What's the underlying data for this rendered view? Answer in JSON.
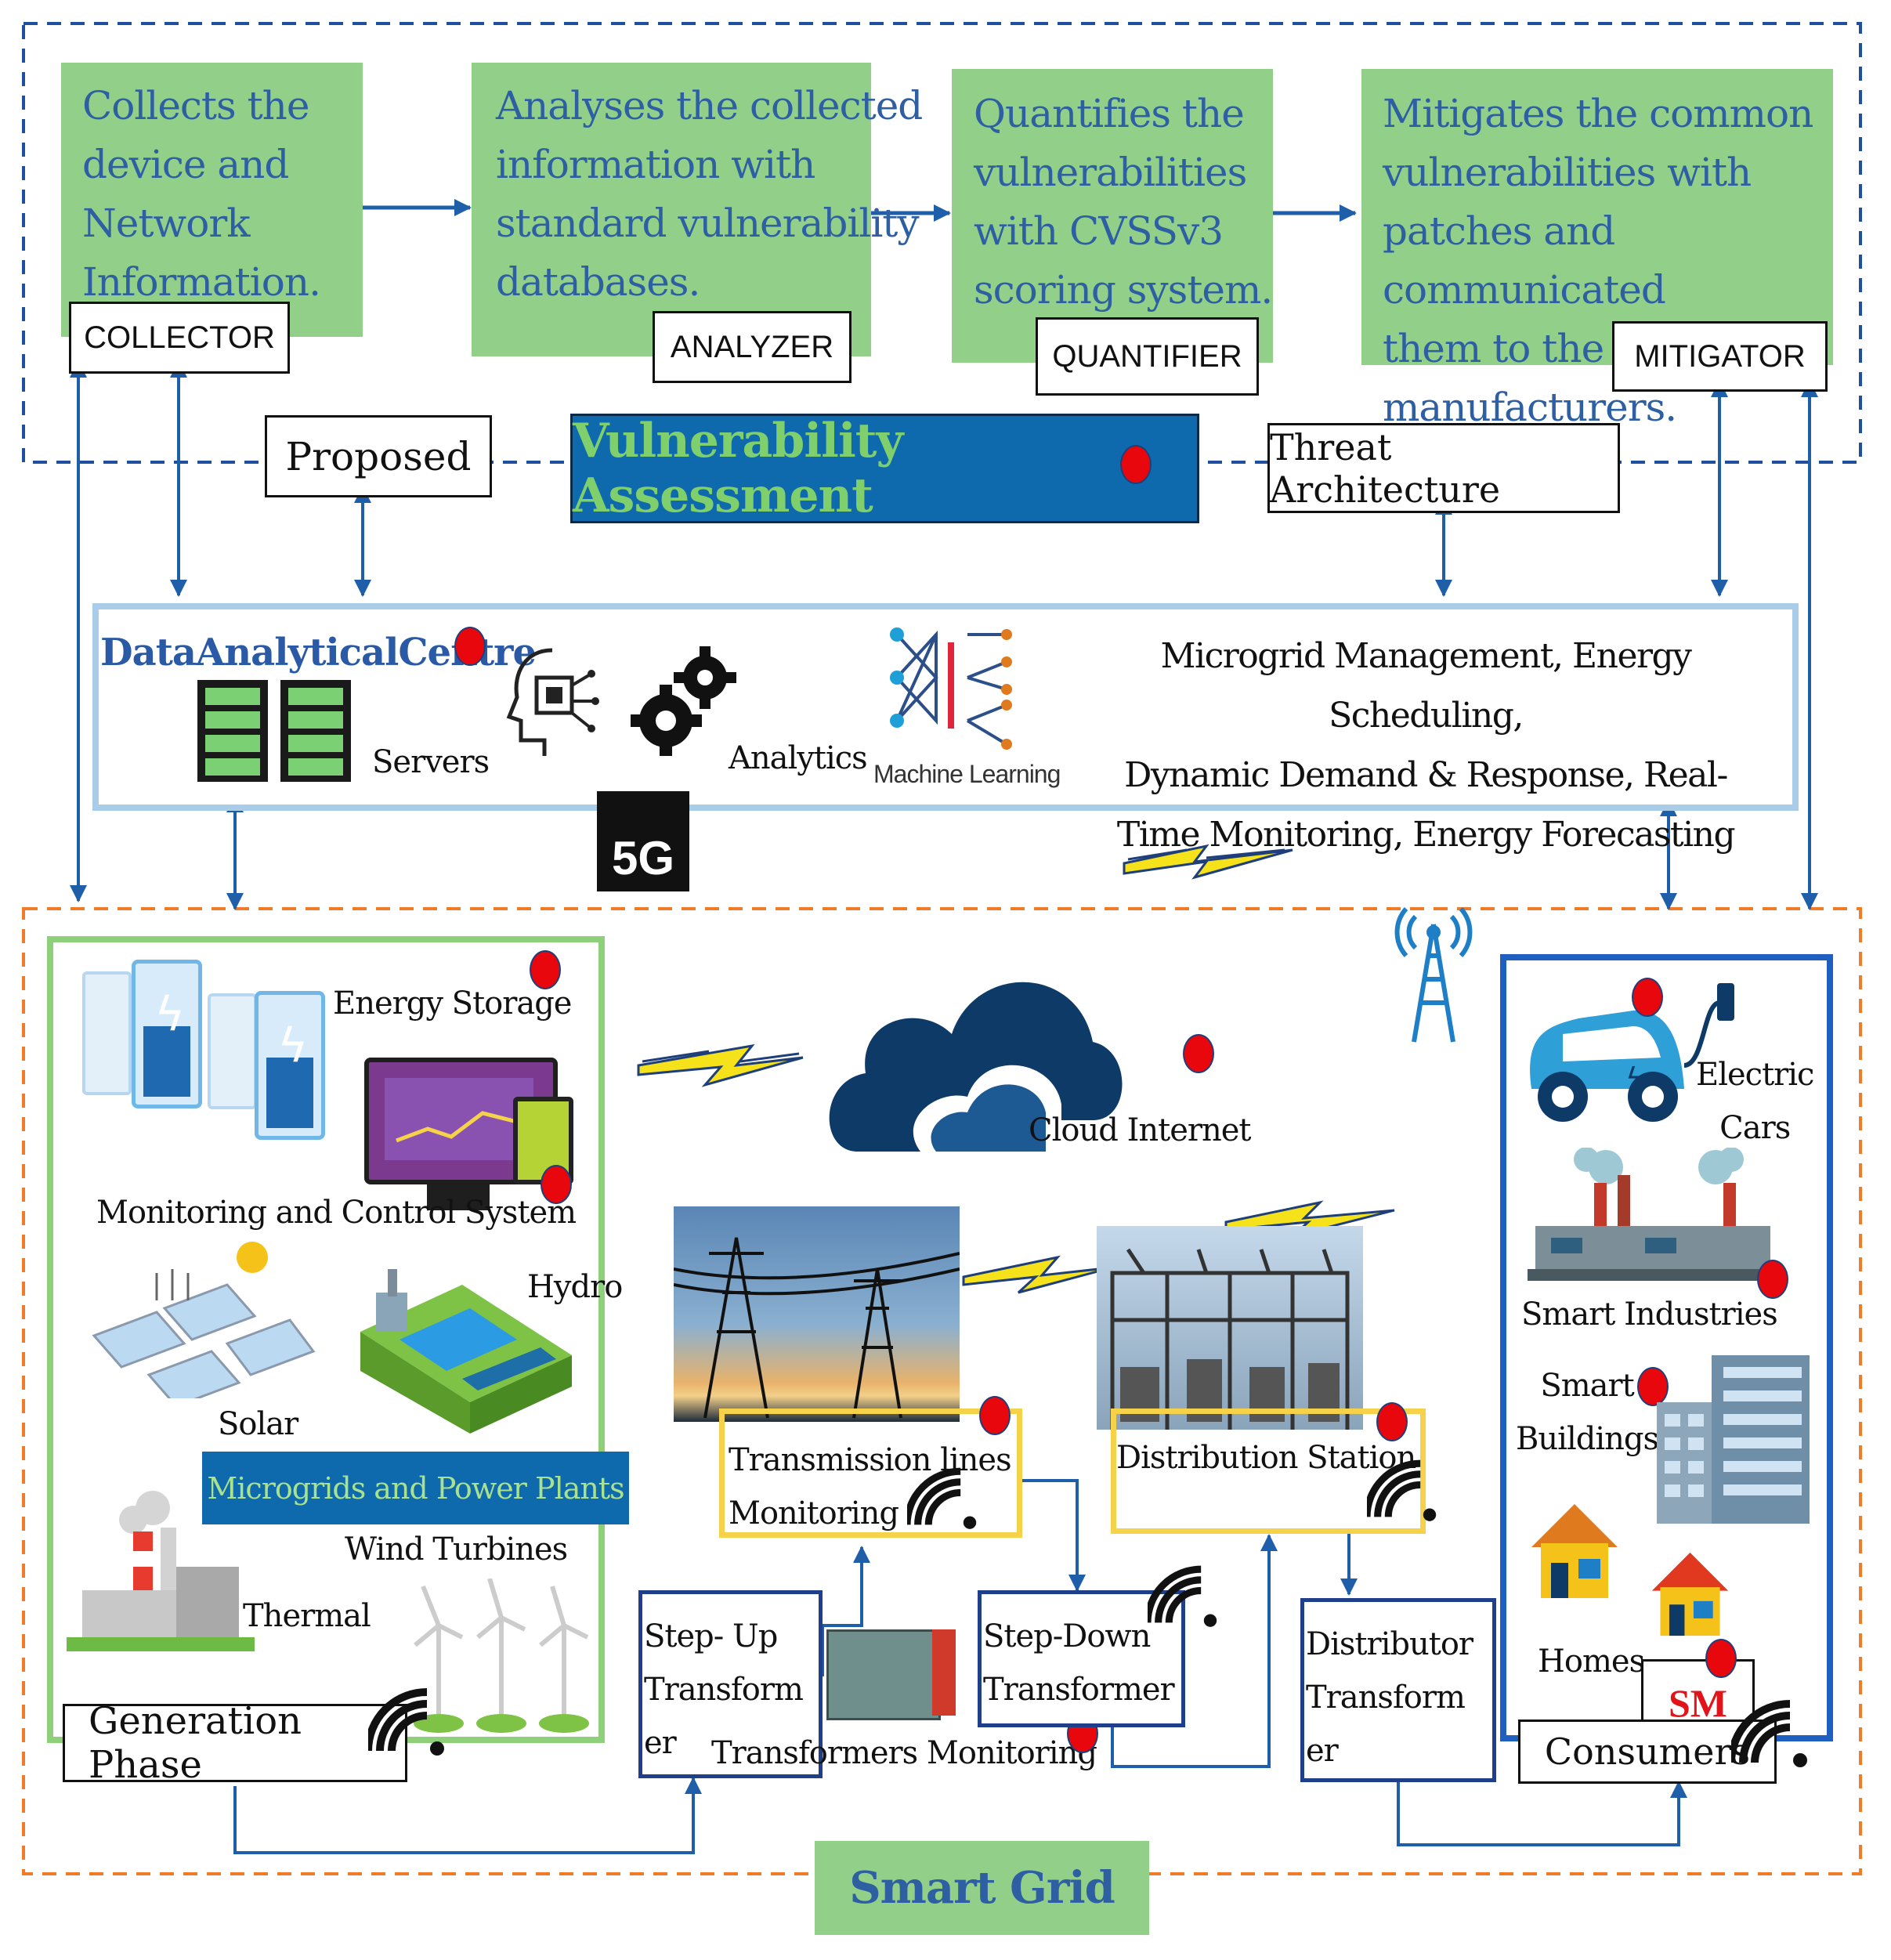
{
  "assessment": {
    "title": "Vulnerability Assessment",
    "proposed": "Proposed",
    "threat_architecture": "Threat Architecture",
    "stages": [
      {
        "label": "COLLECTOR",
        "text_lines": [
          "Collects the",
          "device and",
          "Network",
          "Information."
        ]
      },
      {
        "label": "ANALYZER",
        "text_lines": [
          "Analyses the collected",
          "information with",
          "standard vulnerability",
          "databases."
        ]
      },
      {
        "label": "QUANTIFIER",
        "text_lines": [
          "Quantifies the",
          "vulnerabilities",
          "with CVSSv3",
          "scoring system."
        ]
      },
      {
        "label": "MITIGATOR",
        "text_lines": [
          "Mitigates the common",
          "vulnerabilities with",
          "patches and communicated",
          "them to the manufacturers."
        ]
      }
    ]
  },
  "data_centre": {
    "title": "DataAnalyticalCentre",
    "servers": "Servers",
    "analytics": "Analytics",
    "machine_learning": "Machine Learning",
    "five_g": "5G",
    "services_lines": [
      "Microgrid Management, Energy Scheduling,",
      "Dynamic Demand & Response, Real-",
      "Time Monitoring, Energy Forecasting"
    ]
  },
  "generation": {
    "energy_storage": "Energy Storage",
    "monitoring_control": "Monitoring and Control System",
    "hydro": "Hydro",
    "solar": "Solar",
    "microgrids_banner": "Microgrids and Power Plants",
    "wind_turbines": "Wind Turbines",
    "thermal": "Thermal",
    "phase_label": "Generation Phase"
  },
  "network": {
    "cloud": "Cloud Internet",
    "transmission_lines": [
      "Transmission lines",
      "Monitoring"
    ],
    "distribution_station": "Distribution Station",
    "step_up": [
      "Step- Up",
      "Transform",
      "er"
    ],
    "step_down": [
      "Step-Down",
      "Transformer"
    ],
    "transformers_monitoring": "Transformers Monitoring",
    "distributor": [
      "Distributor",
      "Transform",
      "er"
    ]
  },
  "consumers": {
    "electric_cars": [
      "Electric",
      "Cars"
    ],
    "smart_industries": "Smart Industries",
    "smart_buildings": [
      "Smart",
      "Buildings"
    ],
    "homes": "Homes",
    "sm": "SM",
    "phase_label": "Consumers"
  },
  "smart_grid": "Smart Grid",
  "colors": {
    "green_box": "#92d08a",
    "green_text": "#2e5fa3",
    "arrow_blue": "#1f5faa",
    "banner_blue": "#0f6aad",
    "title_green": "#7fd06c",
    "orange_dash": "#f07c2a",
    "blue_dash": "#1f4fa0",
    "red_dot": "#e8070d",
    "yellow_frame": "#f5d24a",
    "navy": "#0d3a66"
  }
}
